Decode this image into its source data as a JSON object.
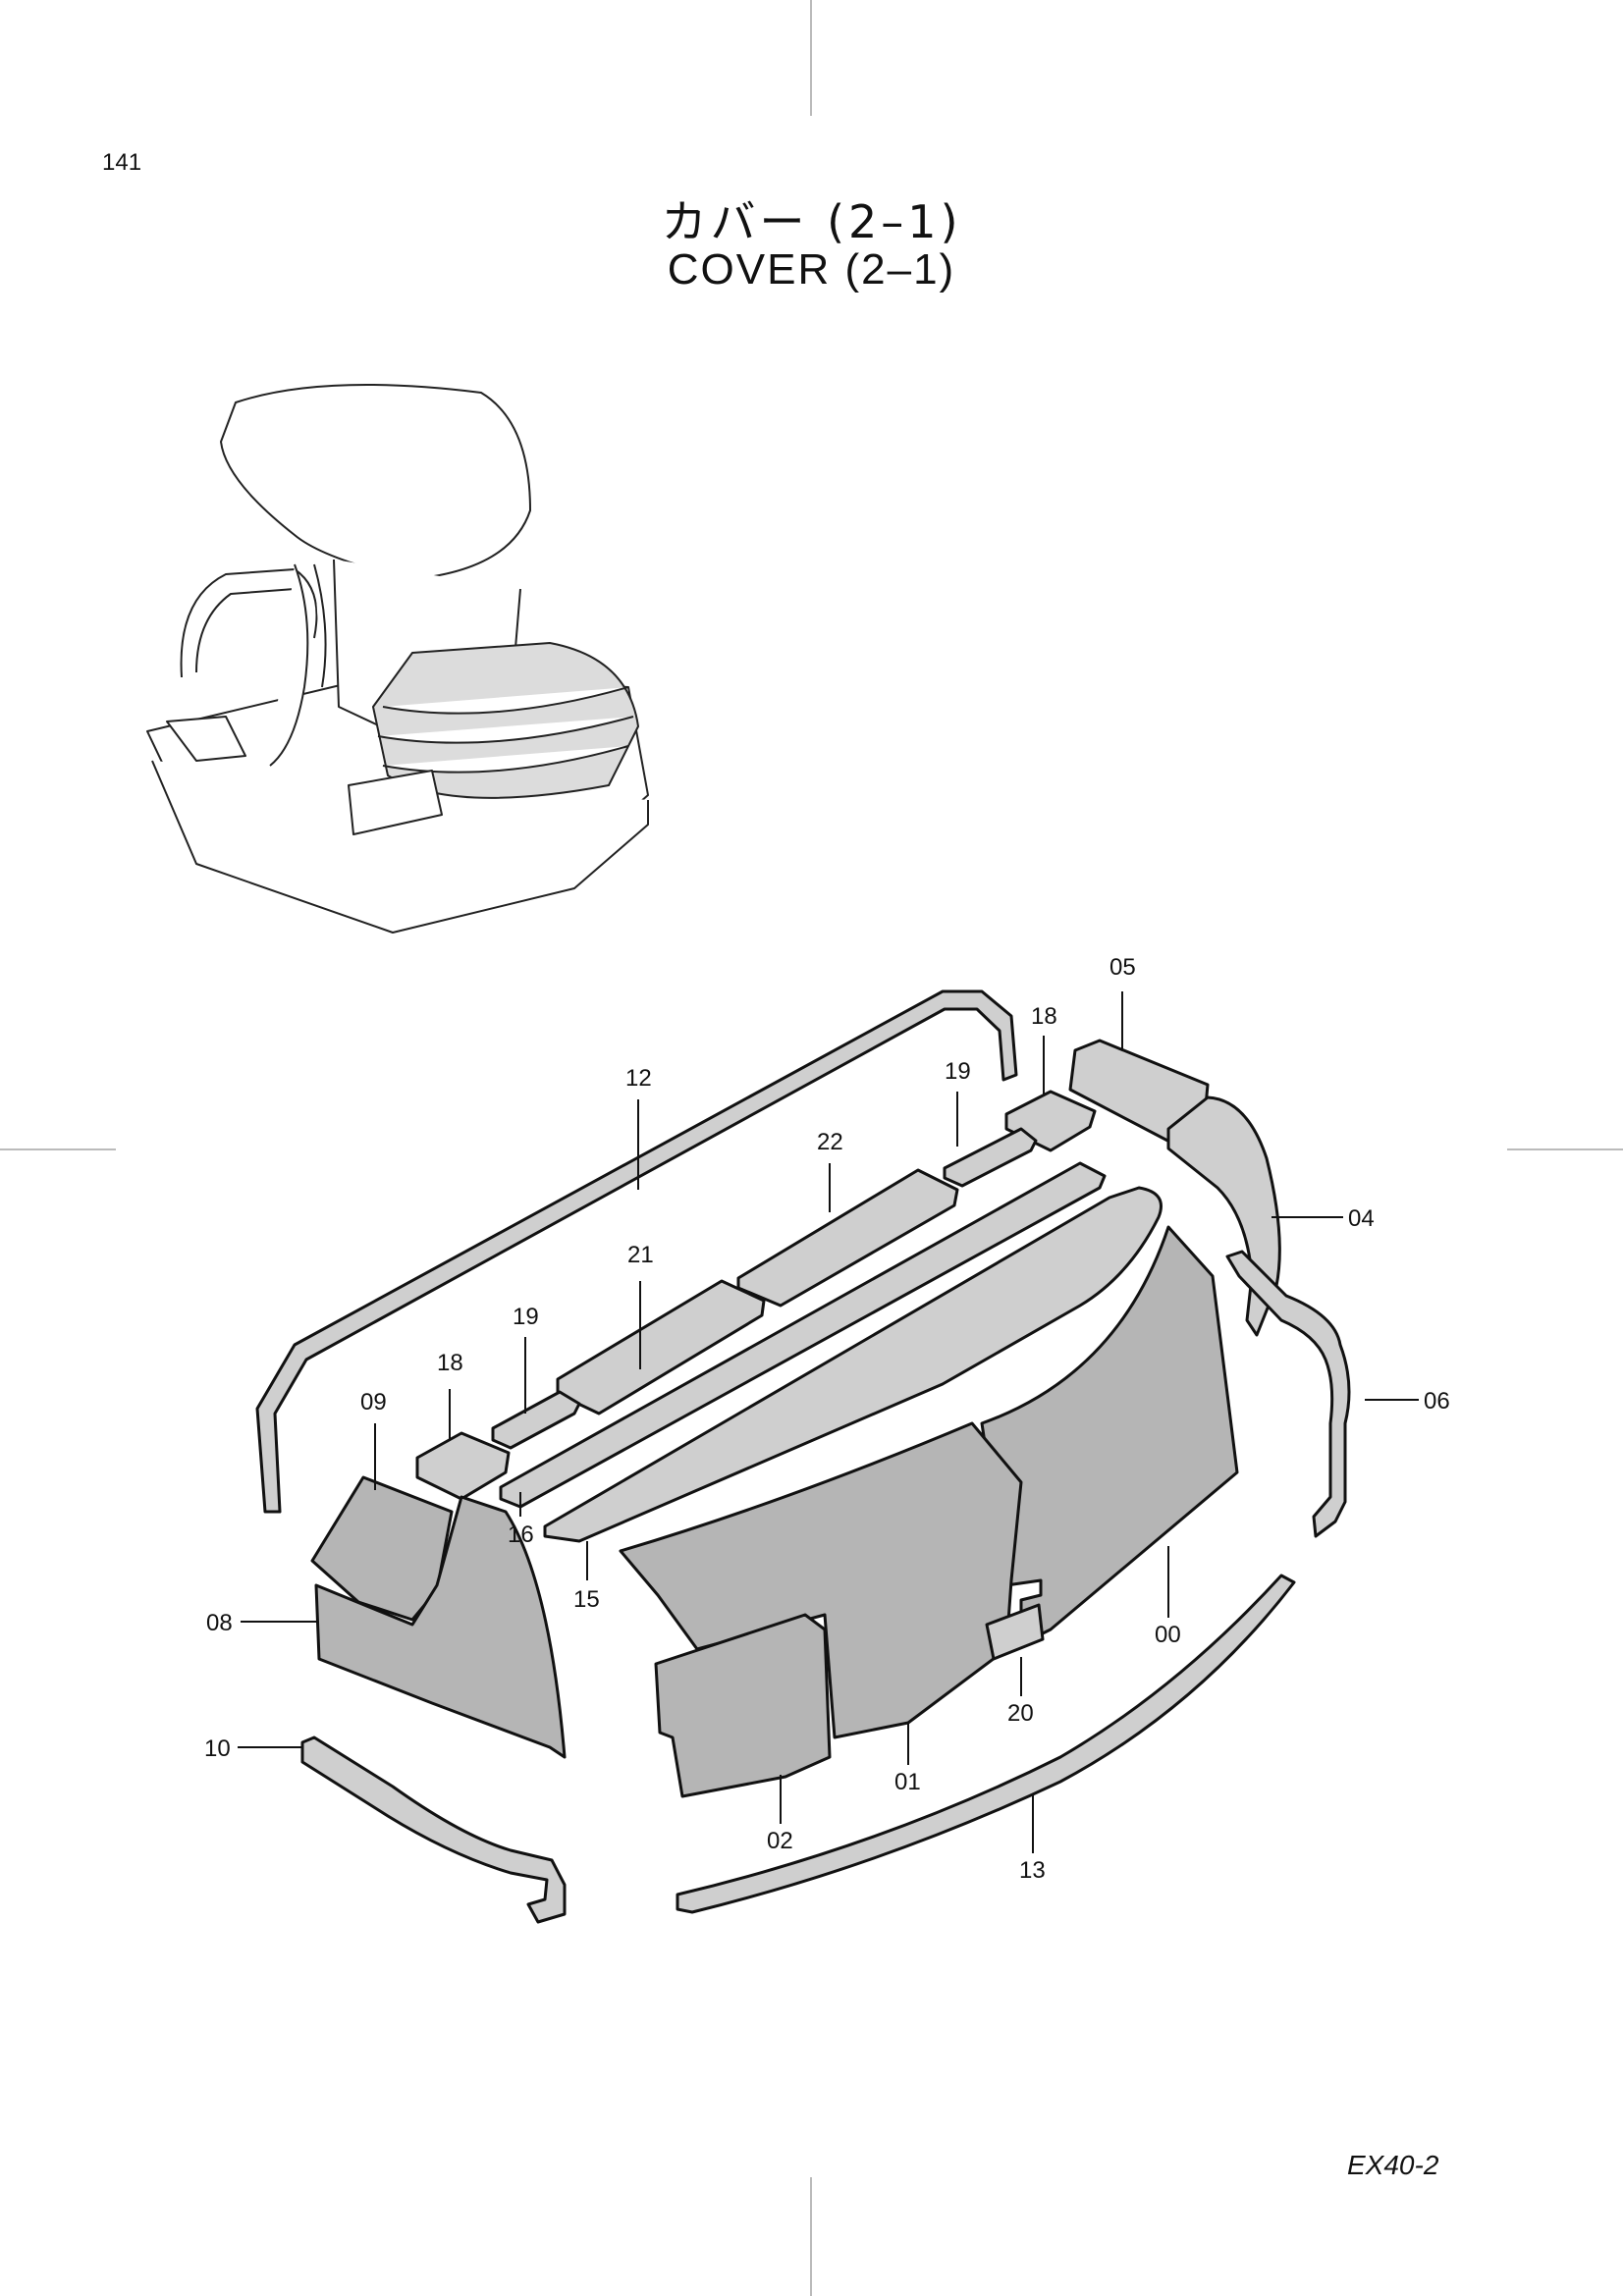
{
  "page": {
    "page_number": "141",
    "title_jp": "カバー (2–1)",
    "title_en": "COVER (2–1)",
    "model_code": "EX40-2"
  },
  "callouts": [
    {
      "id": "00",
      "label": "00"
    },
    {
      "id": "01",
      "label": "01"
    },
    {
      "id": "02",
      "label": "02"
    },
    {
      "id": "04",
      "label": "04"
    },
    {
      "id": "05",
      "label": "05"
    },
    {
      "id": "06",
      "label": "06"
    },
    {
      "id": "08",
      "label": "08"
    },
    {
      "id": "09",
      "label": "09"
    },
    {
      "id": "10",
      "label": "10"
    },
    {
      "id": "12",
      "label": "12"
    },
    {
      "id": "13",
      "label": "13"
    },
    {
      "id": "15",
      "label": "15"
    },
    {
      "id": "16",
      "label": "16"
    },
    {
      "id": "18a",
      "label": "18"
    },
    {
      "id": "18b",
      "label": "18"
    },
    {
      "id": "19a",
      "label": "19"
    },
    {
      "id": "19b",
      "label": "19"
    },
    {
      "id": "20",
      "label": "20"
    },
    {
      "id": "21",
      "label": "21"
    },
    {
      "id": "22",
      "label": "22"
    }
  ]
}
